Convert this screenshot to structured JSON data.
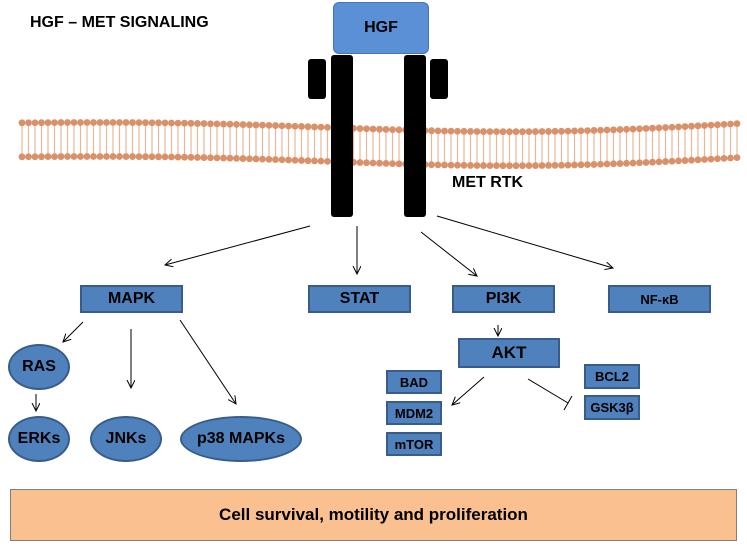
{
  "title": "HGF – MET SIGNALING",
  "ligand": "HGF",
  "receptor_label": "MET RTK",
  "pathways": {
    "mapk": "MAPK",
    "stat": "STAT",
    "pi3k": "PI3K",
    "nfkb": "NF-κB"
  },
  "mapk_branch": {
    "ras": "RAS",
    "erks": "ERKs",
    "jnks": "JNKs",
    "p38": "p38 MAPKs"
  },
  "pi3k_branch": {
    "akt": "AKT",
    "bad": "BAD",
    "mdm2": "MDM2",
    "mtor": "mTOR",
    "bcl2": "BCL2",
    "gsk3b": "GSK3β"
  },
  "outcome": "Cell survival, motility and proliferation",
  "colors": {
    "node_fill": "#4f81bd",
    "node_border": "#385d8a",
    "ligand_fill": "#5b8fd6",
    "membrane": "#d9916a",
    "outcome_fill": "#fac090"
  }
}
